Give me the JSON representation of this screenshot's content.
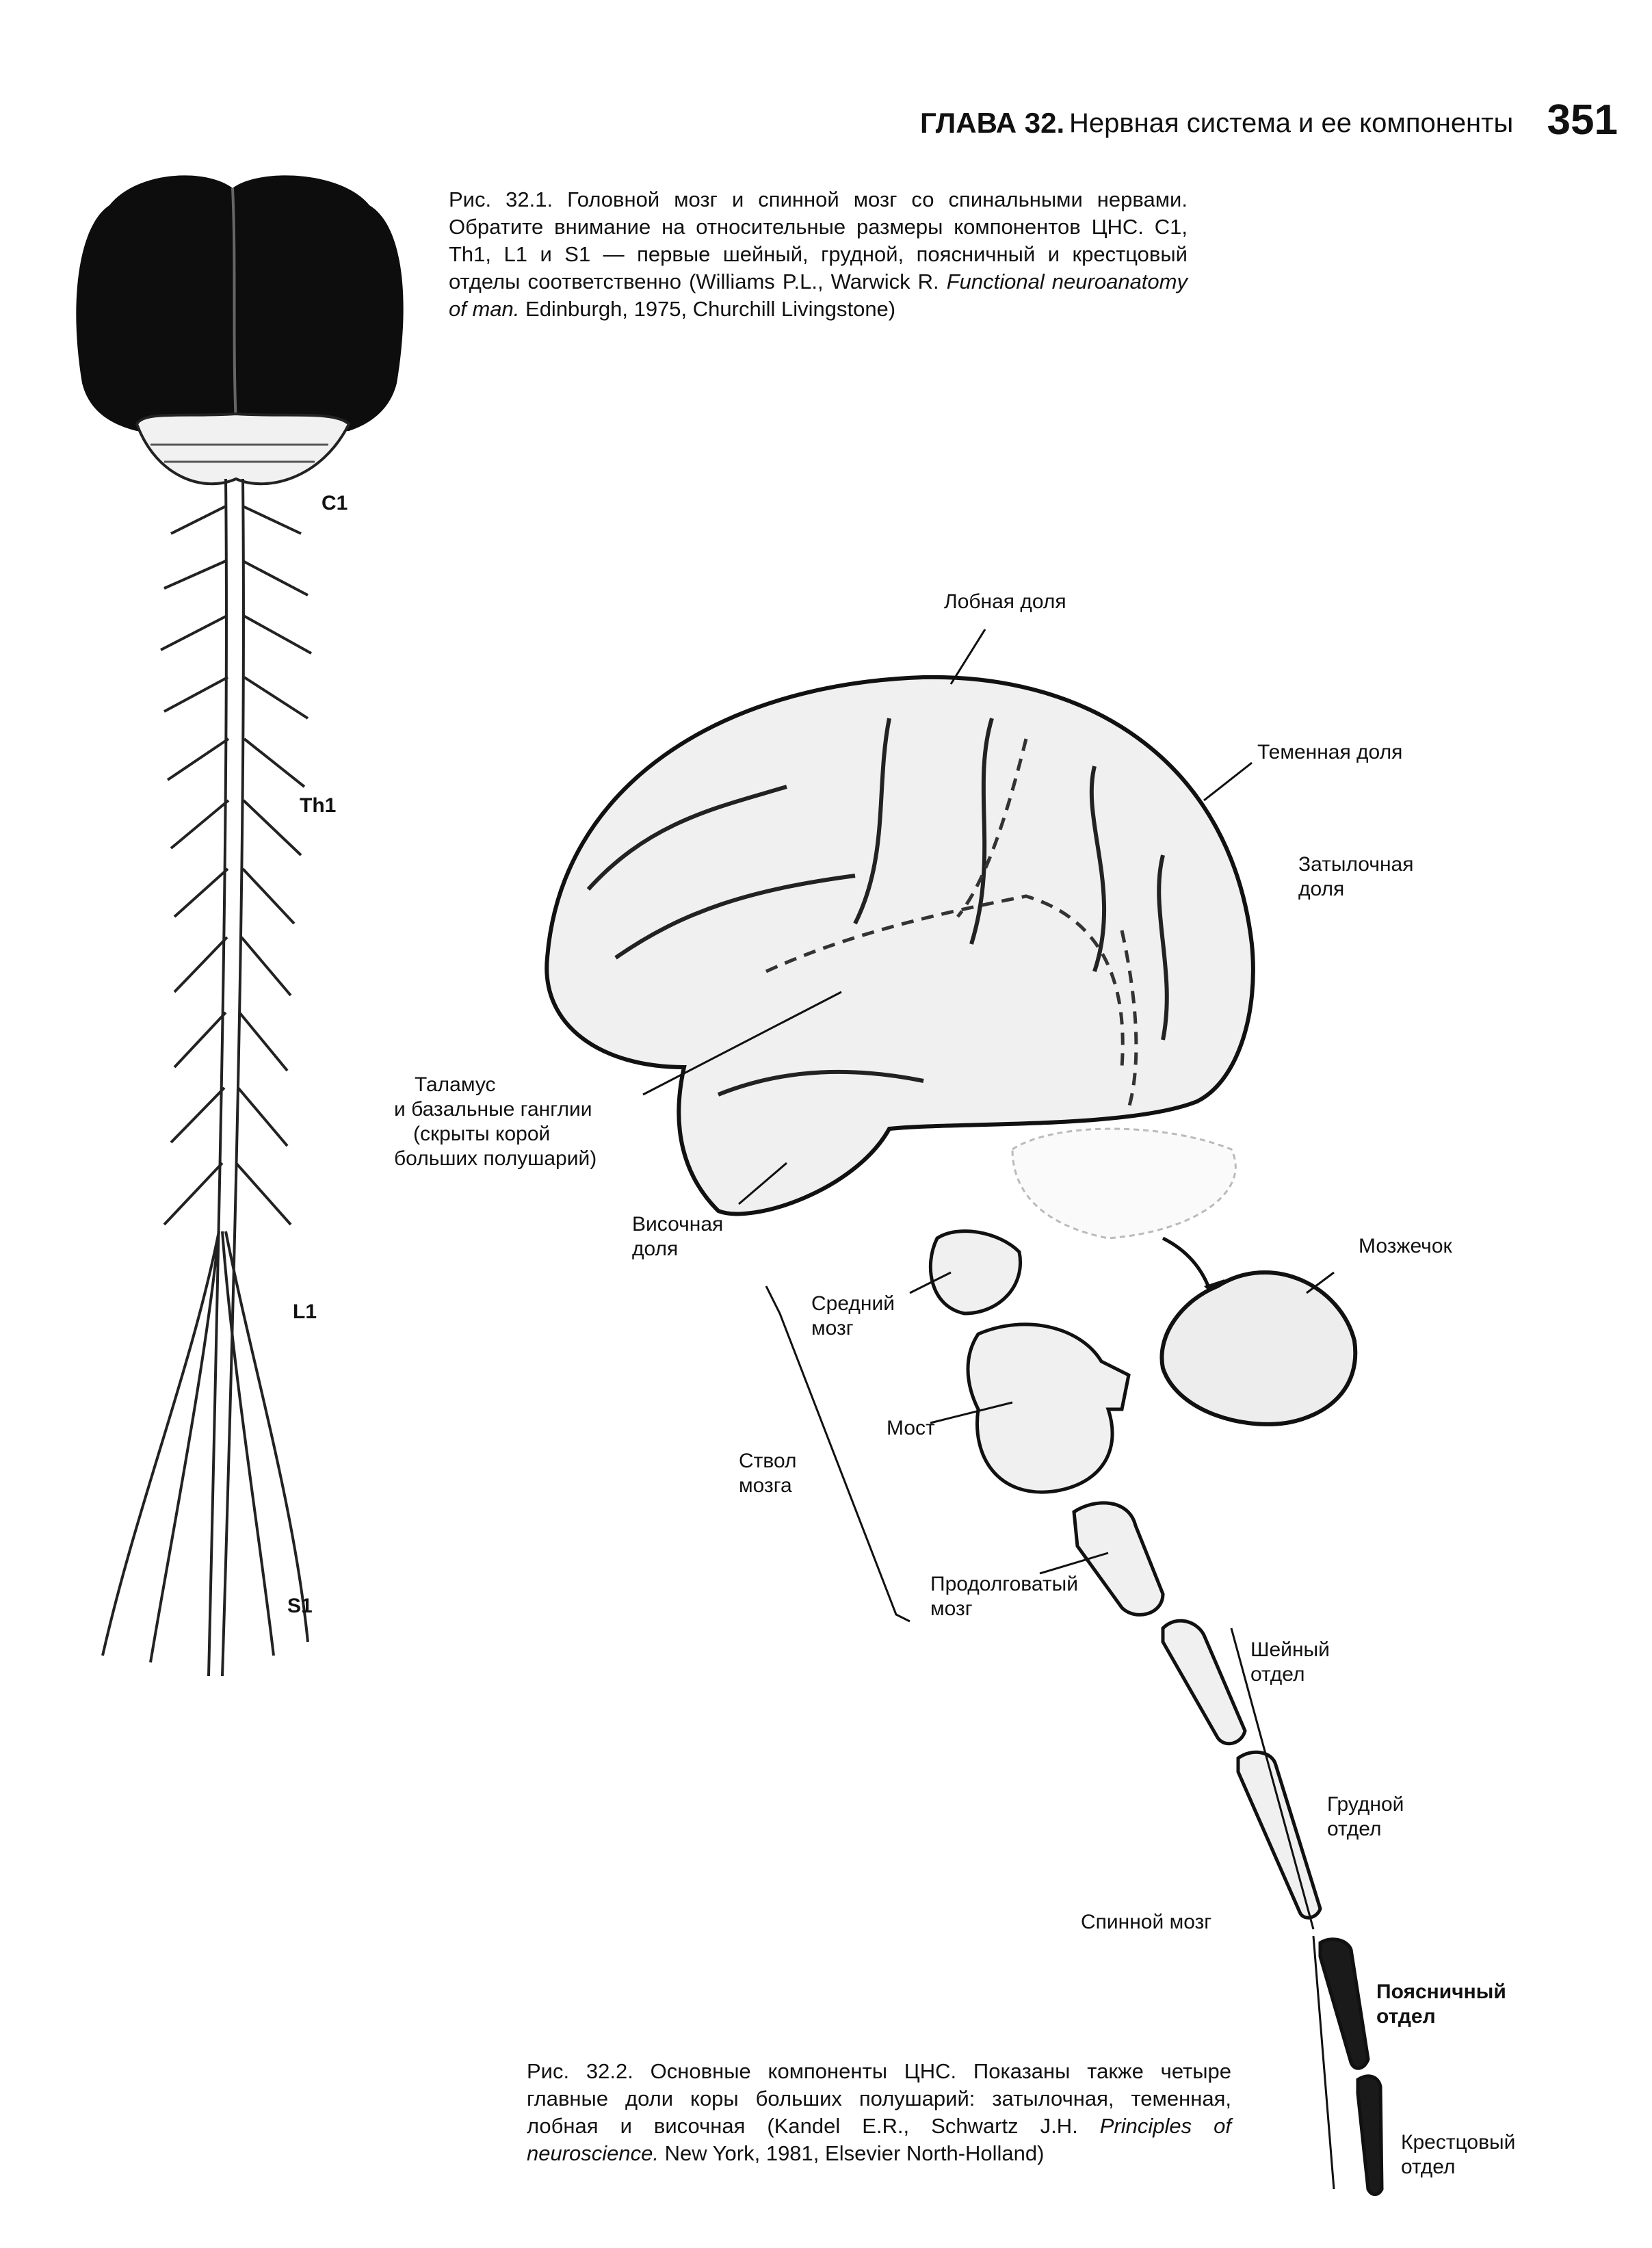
{
  "header": {
    "chapter": "ГЛАВА 32.",
    "title": "Нервная система и ее компоненты",
    "page_number": "351"
  },
  "figure1": {
    "caption_label": "Рис. 32.1.",
    "caption_text": "Головной мозг и спинной мозг со спинальными нервами. Обратите внимание на относительные размеры компонентов ЦНС. С1, Th1, L1 и S1 — первые шейный, грудной, поясничный и крестцовый отделы соответственно (Williams P.L., Warwick R.",
    "caption_italic": "Functional neuroanatomy of man.",
    "caption_tail": "Edinburgh, 1975, Churchill Livingstone)",
    "labels": {
      "c1": "С1",
      "th1": "Th1",
      "l1": "L1",
      "s1": "S1"
    }
  },
  "figure2": {
    "labels": {
      "frontal": "Лобная доля",
      "parietal": "Теменная доля",
      "occipital_1": "Затылочная",
      "occipital_2": "доля",
      "thalamus_1": "Таламус",
      "thalamus_2": "и базальные ганглии",
      "thalamus_3": "(скрыты корой",
      "thalamus_4": "больших полушарий)",
      "temporal_1": "Височная",
      "temporal_2": "доля",
      "cerebellum": "Мозжечок",
      "midbrain_1": "Средний",
      "midbrain_2": "мозг",
      "pons": "Мост",
      "brainstem_1": "Ствол",
      "brainstem_2": "мозга",
      "medulla_1": "Продолговатый",
      "medulla_2": "мозг",
      "cervical_1": "Шейный",
      "cervical_2": "отдел",
      "thoracic_1": "Грудной",
      "thoracic_2": "отдел",
      "spinal_cord": "Спинной мозг",
      "lumbar_1": "Поясничный",
      "lumbar_2": "отдел",
      "sacral_1": "Крестцовый",
      "sacral_2": "отдел"
    },
    "caption_label": "Рис. 32.2.",
    "caption_text": "Основные компоненты ЦНС. Показаны также четыре главные доли коры больших полушарий: затылочная, теменная, лобная и височная (Kandel E.R., Schwartz J.H.",
    "caption_italic": "Principles of neuroscience.",
    "caption_tail": "New York, 1981, Elsevier North-Holland)"
  }
}
